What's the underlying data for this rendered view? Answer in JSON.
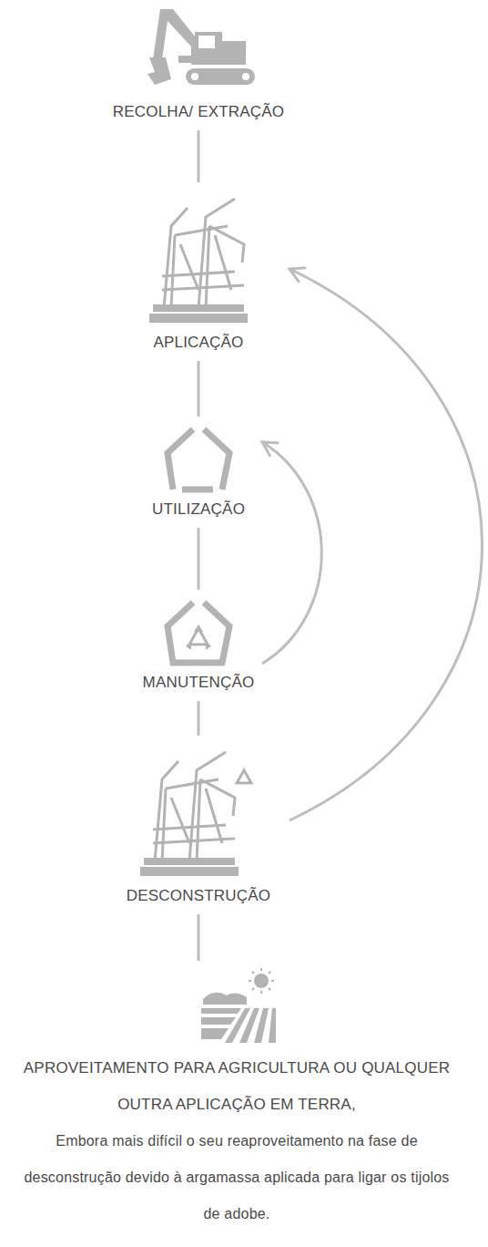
{
  "diagram": {
    "nodes": [
      {
        "text": [
          "RECOLHA/ EXTRAÇÃO"
        ]
      },
      {
        "text": [
          "APLICAÇÃO"
        ]
      },
      {
        "text": [
          "UTILIZAÇÃO"
        ]
      },
      {
        "text": [
          "MANUTENÇÃO"
        ]
      },
      {
        "text": [
          "DESCONSTRUÇÃO"
        ]
      },
      {
        "text": [
          "APROVEITAMENTO PARA AGRICULTURA OU QUALQUER OUTRA APLICAÇÃO EM TERRA,",
          "Embora mais difícil o seu reaproveitamento na fase de desconstrução devido à argamassa aplicada para ligar os tijolos de adobe."
        ]
      }
    ],
    "edges": [
      {
        "from": 0,
        "to": 1,
        "arrow": "none"
      },
      {
        "from": 1,
        "to": 2,
        "arrow": "none"
      },
      {
        "from": 2,
        "to": 3,
        "arrow": "none"
      },
      {
        "from": 3,
        "to": 4,
        "arrow": "none"
      },
      {
        "from": 4,
        "to": 5,
        "arrow": "none"
      },
      {
        "from": 3,
        "to": 2,
        "arrow": "to"
      },
      {
        "from": 4,
        "to": 1,
        "arrow": "to"
      }
    ]
  }
}
